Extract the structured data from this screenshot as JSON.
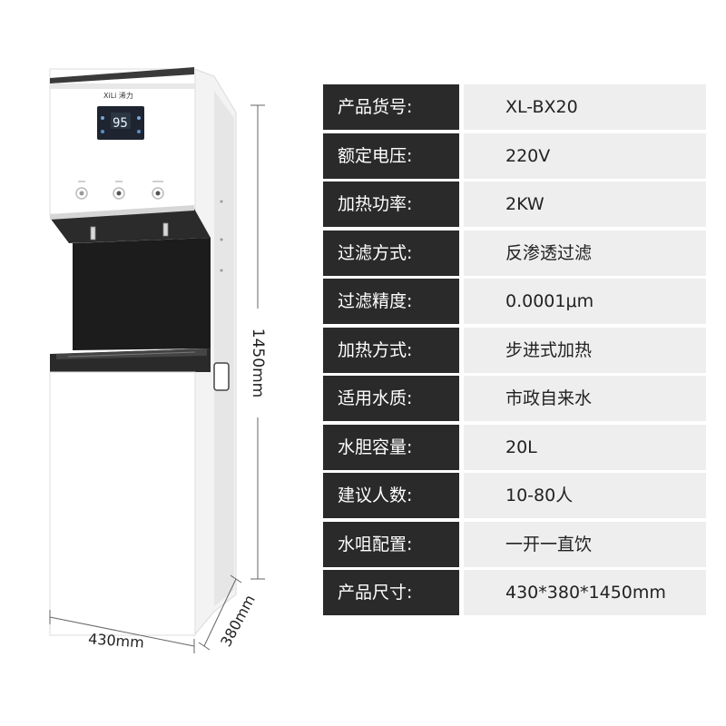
{
  "product": {
    "brand": "XiLi 浠力",
    "display_reading": "95"
  },
  "dimensions": {
    "height": "1450mm",
    "width": "430mm",
    "depth": "380mm"
  },
  "specs": [
    {
      "label": "产品货号:",
      "value": "XL-BX20"
    },
    {
      "label": "额定电压:",
      "value": "220V"
    },
    {
      "label": "加热功率:",
      "value": "2KW"
    },
    {
      "label": "过滤方式:",
      "value": "反渗透过滤"
    },
    {
      "label": "过滤精度:",
      "value": "0.0001μm"
    },
    {
      "label": "加热方式:",
      "value": "步进式加热"
    },
    {
      "label": "适用水质:",
      "value": "市政自来水"
    },
    {
      "label": "水胆容量:",
      "value": "20L"
    },
    {
      "label": "建议人数:",
      "value": "10-80人"
    },
    {
      "label": "水咀配置:",
      "value": "一开一直饮"
    },
    {
      "label": "产品尺寸:",
      "value": "430*380*1450mm"
    }
  ]
}
